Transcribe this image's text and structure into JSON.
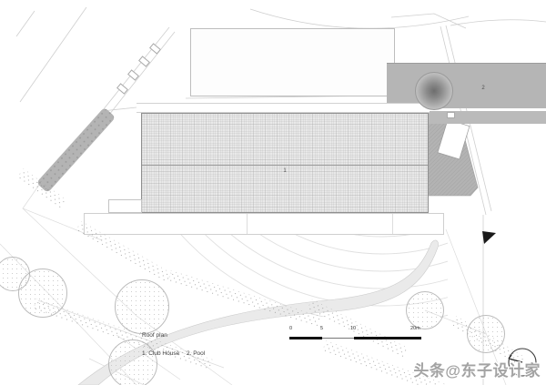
{
  "drawing": {
    "title": "Roof plan",
    "legend_item_1": "1. Club House",
    "legend_item_2": "2. Pool",
    "building_label_1": "1",
    "building_label_2": "2",
    "scale_ticks": [
      "0",
      "5",
      "10",
      "20m"
    ],
    "watermark": "头条@东子设计家"
  },
  "colors": {
    "pool_fill": "#b5b5b5",
    "building_fill": "#e9e9e9",
    "hatch_fill": "#b3b3b3",
    "hedge_fill": "#b4b4b4",
    "tree_center": "#6e6e6e",
    "line_light": "#d6d6d6",
    "text": "#3c3c3c",
    "watermark_gray": "#a3a3a3",
    "north_marker": "#1a1a1a"
  }
}
